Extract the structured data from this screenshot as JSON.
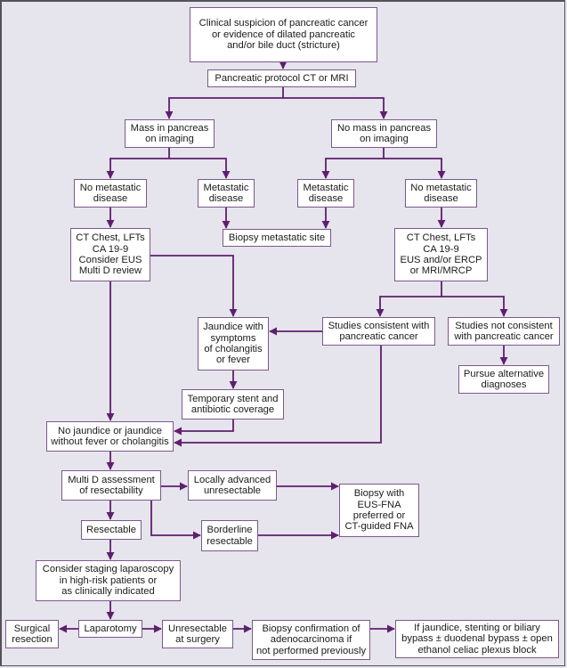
{
  "diagram": {
    "type": "flowchart",
    "colors": {
      "background": "#e6e4ec",
      "box_fill": "#ffffff",
      "box_border": "#7a5a8c",
      "connector": "#5e1f6e",
      "frame": "#55535a"
    },
    "nodes": {
      "start": "Clinical suspicion of pancreatic cancer\nor evidence of dilated pancreatic\nand/or bile duct (stricture)",
      "imaging": "Pancreatic protocol CT or MRI",
      "mass": "Mass in pancreas\non imaging",
      "no_mass": "No mass in pancreas\non imaging",
      "mass_no_met": "No metastatic\ndisease",
      "mass_met": "Metastatic\ndisease",
      "nomass_met": "Metastatic\ndisease",
      "nomass_no_met": "No metastatic\ndisease",
      "workup_left": "CT Chest, LFTs\nCA 19-9\nConsider EUS\nMulti D review",
      "biopsy_met": "Biopsy metastatic site",
      "workup_right": "CT Chest, LFTs\nCA 19-9\nEUS and/or ERCP\nor MRI/MRCP",
      "jaundice_chol": "Jaundice with\nsymptoms\nof cholangitis\nor fever",
      "studies_consistent": "Studies consistent with\npancreatic cancer",
      "studies_not_consistent": "Studies not consistent\nwith pancreatic cancer",
      "pursue_alt": "Pursue alternative\ndiagnoses",
      "temp_stent": "Temporary stent and\nantibiotic coverage",
      "no_jaundice": "No jaundice or jaundice\nwithout fever or cholangitis",
      "multi_d": "Multi D assessment\nof resectability",
      "locally_adv": "Locally advanced\nunresectable",
      "resectable": "Resectable",
      "borderline": "Borderline\nresectable",
      "biopsy_eus": "Biopsy with\nEUS-FNA\npreferred or\nCT-guided FNA",
      "staging_lap": "Consider staging laparoscopy\nin high-risk patients or\nas clinically indicated",
      "surgical_resection": "Surgical\nresection",
      "laparotomy": "Laparotomy",
      "unresectable_surgery": "Unresectable\nat surgery",
      "biopsy_confirm": "Biopsy confirmation of\nadenocarcinoma if\nnot performed previously",
      "palliation": "If jaundice, stenting or biliary\nbypass ± duodenal bypass ± open\nethanol celiac plexus block"
    },
    "edges": [
      [
        "start",
        "imaging"
      ],
      [
        "imaging",
        "mass"
      ],
      [
        "imaging",
        "no_mass"
      ],
      [
        "mass",
        "mass_no_met"
      ],
      [
        "mass",
        "mass_met"
      ],
      [
        "no_mass",
        "nomass_met"
      ],
      [
        "no_mass",
        "nomass_no_met"
      ],
      [
        "mass_no_met",
        "workup_left"
      ],
      [
        "mass_met",
        "biopsy_met"
      ],
      [
        "nomass_met",
        "biopsy_met"
      ],
      [
        "nomass_no_met",
        "workup_right"
      ],
      [
        "workup_left",
        "jaundice_chol"
      ],
      [
        "workup_left",
        "no_jaundice"
      ],
      [
        "workup_right",
        "studies_consistent"
      ],
      [
        "workup_right",
        "studies_not_consistent"
      ],
      [
        "studies_consistent",
        "jaundice_chol"
      ],
      [
        "studies_consistent",
        "no_jaundice"
      ],
      [
        "studies_not_consistent",
        "pursue_alt"
      ],
      [
        "jaundice_chol",
        "temp_stent"
      ],
      [
        "temp_stent",
        "no_jaundice"
      ],
      [
        "no_jaundice",
        "multi_d"
      ],
      [
        "multi_d",
        "locally_adv"
      ],
      [
        "multi_d",
        "resectable"
      ],
      [
        "multi_d",
        "borderline"
      ],
      [
        "locally_adv",
        "biopsy_eus"
      ],
      [
        "borderline",
        "biopsy_eus"
      ],
      [
        "resectable",
        "staging_lap"
      ],
      [
        "staging_lap",
        "laparotomy"
      ],
      [
        "laparotomy",
        "surgical_resection"
      ],
      [
        "laparotomy",
        "unresectable_surgery"
      ],
      [
        "unresectable_surgery",
        "biopsy_confirm"
      ],
      [
        "biopsy_confirm",
        "palliation"
      ]
    ]
  }
}
